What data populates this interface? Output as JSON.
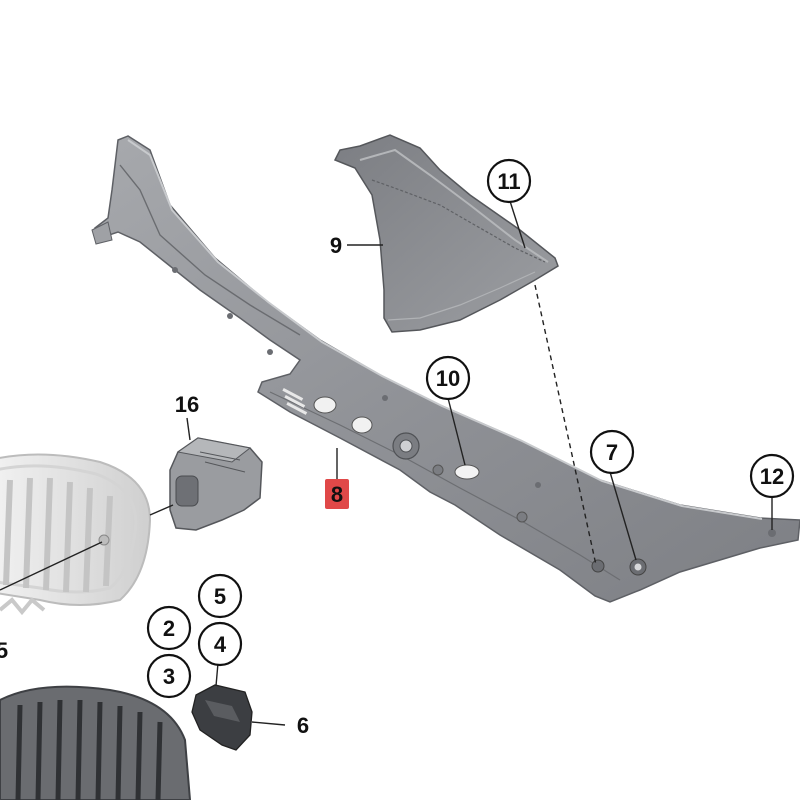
{
  "diagram": {
    "highlight_color": "#e04848",
    "part_color": "#8a8c90",
    "callouts": {
      "c2": "2",
      "c3": "3",
      "c4": "4",
      "c5": "5",
      "c6": "6",
      "c7": "7",
      "c8": "8",
      "c9": "9",
      "c10": "10",
      "c11": "11",
      "c12": "12",
      "c16": "16",
      "c15": "5"
    }
  }
}
